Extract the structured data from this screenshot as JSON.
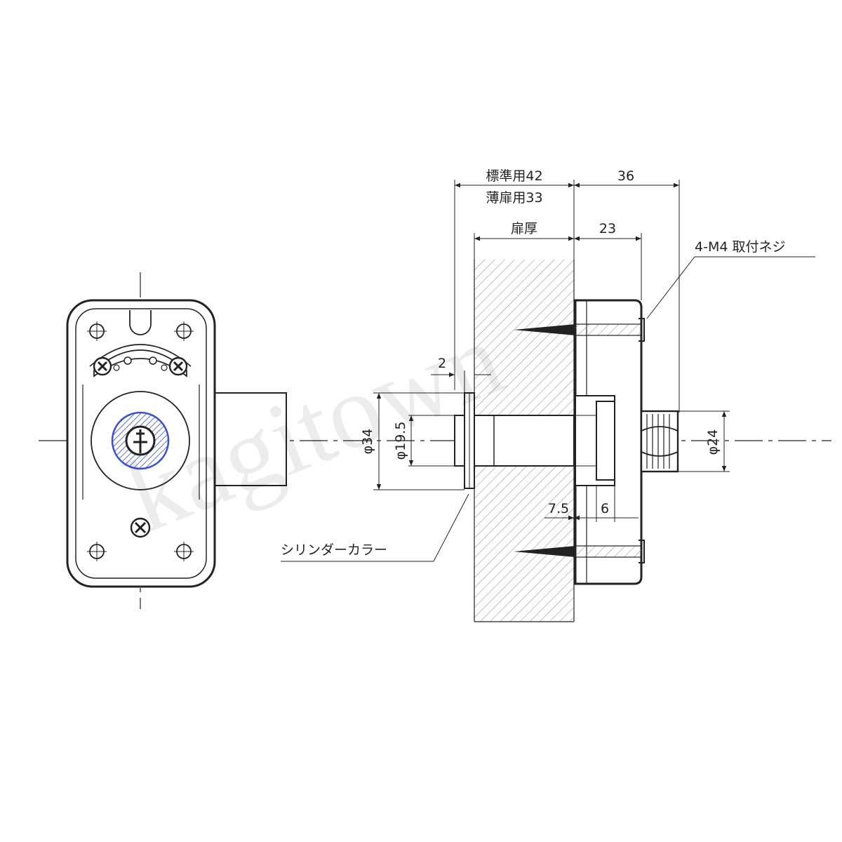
{
  "front_view": {
    "name": "front-view"
  },
  "side_view": {
    "dimensions": {
      "standard_length": "標準用42",
      "thin_door_length": "薄扉用33",
      "right_total": "36",
      "door_thickness": "扉厚",
      "right_body": "23",
      "collar_offset": "2",
      "phi34": "φ34",
      "phi19_5": "φ19.5",
      "phi24": "φ24",
      "d7_5": "7.5",
      "d6": "6"
    },
    "labels": {
      "screw": "4-M4 取付ネジ",
      "collar": "シリンダーカラー"
    }
  },
  "watermark": "kagitown",
  "colors": {
    "line": "#222222",
    "hatch": "#9a9a9a",
    "keyway_accent": "#3b4fd0"
  }
}
